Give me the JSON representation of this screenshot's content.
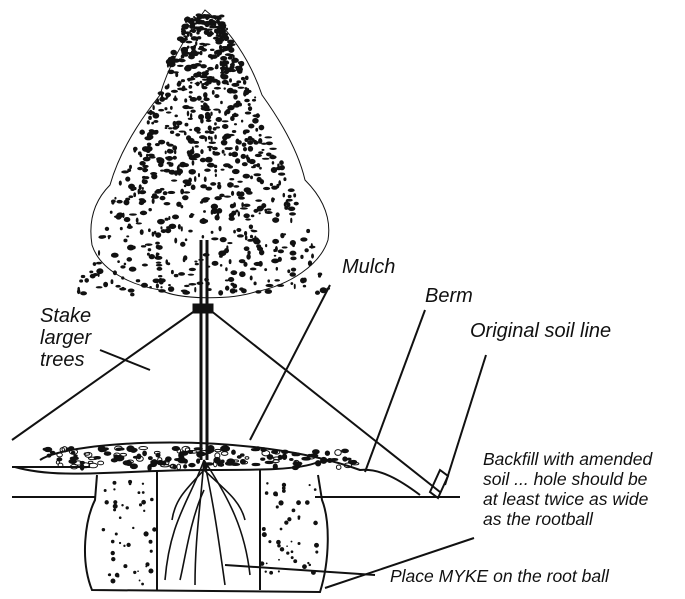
{
  "diagram": {
    "title": "Tree planting diagram",
    "labels": {
      "stake": [
        "Stake",
        "larger",
        "trees"
      ],
      "mulch": "Mulch",
      "berm": "Berm",
      "original_soil_line": "Original soil line",
      "backfill": [
        "Backfill with amended",
        "soil ... hole should be",
        "at least twice as wide",
        "as the rootball"
      ],
      "myke": "Place MYKE on the root ball"
    },
    "colors": {
      "ink": "#111111",
      "background": "#ffffff"
    }
  }
}
